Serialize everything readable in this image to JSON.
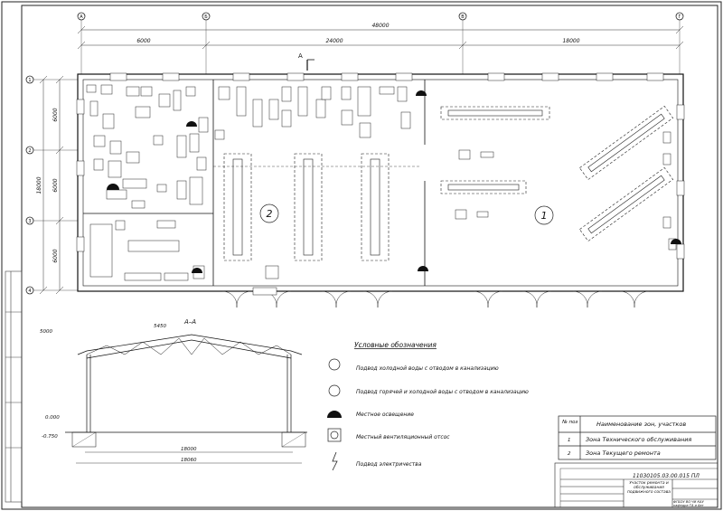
{
  "plan": {
    "axes": [
      "А",
      "Б",
      "В",
      "Г"
    ],
    "grid_rows": [
      "1",
      "2",
      "3",
      "4"
    ],
    "dim_total": "48000",
    "dim_spans": [
      "6000",
      "24000",
      "18000"
    ],
    "dim_vert_total": "18000",
    "dim_vert_spans": [
      "6000",
      "6000",
      "6000"
    ],
    "zones": [
      "1",
      "2"
    ],
    "section_marker": "А"
  },
  "section": {
    "title": "А–А",
    "level_top": "5000",
    "level_ridge": "5450",
    "level_zero": "0.000",
    "level_bottom": "-0.750",
    "span_inner": "18000",
    "span_outer": "18060"
  },
  "legend": {
    "title": "Условные обозначения",
    "items": [
      {
        "icon": "cold-water-icon",
        "text": "Подвод холодной воды с отводом в канализацию"
      },
      {
        "icon": "hot-cold-water-icon",
        "text": "Подвод горячей и холодной воды с отводом в канализацию"
      },
      {
        "icon": "local-light-icon",
        "text": "Местное освещение"
      },
      {
        "icon": "local-vent-icon",
        "text": "Местный вентиляционный отсос"
      },
      {
        "icon": "electricity-icon",
        "text": "Подвод электричества"
      }
    ]
  },
  "zones_table": {
    "col_no": "№ поз",
    "col_name": "Наименование зон, участков",
    "rows": [
      {
        "no": "1",
        "name": "Зона Технического обслуживания"
      },
      {
        "no": "2",
        "name": "Зона Текущего ремонта"
      }
    ]
  },
  "title_block": {
    "code": "11030105.03.00.015 ПЛ",
    "name": "Участок ремонта и обслуживания подвижного состава",
    "org": "ФГБОУ ВО ЧИ КАУ кафедра ТА и Авт"
  }
}
